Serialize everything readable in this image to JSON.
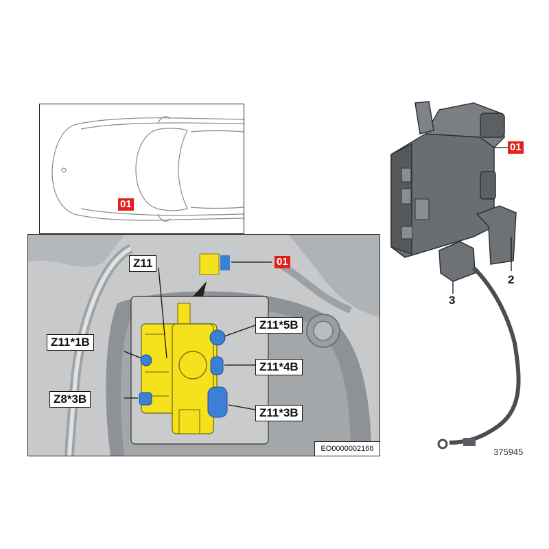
{
  "car_view": {
    "badge": "01"
  },
  "engine_view": {
    "badge": "01",
    "labels": {
      "z11": "Z11",
      "z11_1b": "Z11*1B",
      "z11_5b": "Z11*5B",
      "z11_4b": "Z11*4B",
      "z8_3b": "Z8*3B",
      "z11_3b": "Z11*3B"
    },
    "reference_code": "EO0000002166"
  },
  "part_view": {
    "badge": "01",
    "part_numbers": [
      "2",
      "3"
    ],
    "drawing_number": "375945"
  },
  "colors": {
    "highlight_yellow": "#f5e11c",
    "connector_blue": "#3b7fd6",
    "badge_red": "#e3201b",
    "part_grey": "#5f6366"
  }
}
